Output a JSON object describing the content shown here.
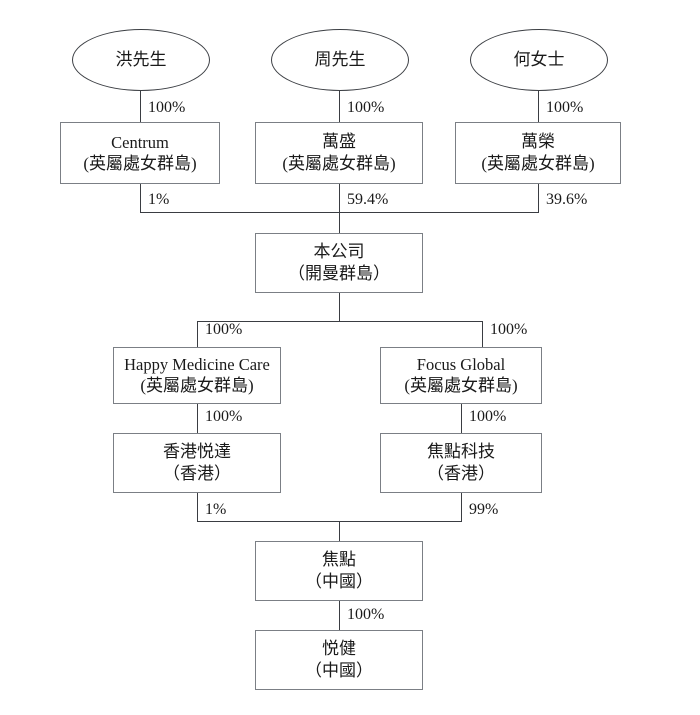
{
  "diagram": {
    "title": "Corporate shareholding structure chart",
    "type": "org-ownership-tree",
    "accent_color": "#3a3d42",
    "box_border_color": "#7b7f85",
    "background_color": "#ffffff"
  },
  "nodes": {
    "shareholder_hong": {
      "name": "洪先生",
      "jurisdiction": ""
    },
    "shareholder_zhou": {
      "name": "周先生",
      "jurisdiction": ""
    },
    "shareholder_he": {
      "name": "何女士",
      "jurisdiction": ""
    },
    "centrum": {
      "name": "Centrum",
      "jurisdiction": "(英屬處女群島)"
    },
    "wansheng": {
      "name": "萬盛",
      "jurisdiction": "(英屬處女群島)"
    },
    "wanrong": {
      "name": "萬榮",
      "jurisdiction": "(英屬處女群島)"
    },
    "company": {
      "name": "本公司",
      "jurisdiction": "（開曼群島）"
    },
    "happy_medicine": {
      "name": "Happy Medicine Care",
      "jurisdiction": "(英屬處女群島)"
    },
    "focus_global": {
      "name": "Focus Global",
      "jurisdiction": "(英屬處女群島)"
    },
    "hk_yueda": {
      "name": "香港悦達",
      "jurisdiction": "（香港）"
    },
    "focus_tech": {
      "name": "焦點科技",
      "jurisdiction": "（香港）"
    },
    "focus_cn": {
      "name": "焦點",
      "jurisdiction": "（中國）"
    },
    "yuejian": {
      "name": "悦健",
      "jurisdiction": "（中國）"
    }
  },
  "edges": [
    {
      "id": "hong-centrum",
      "from": "shareholder_hong",
      "to": "centrum",
      "label": "100%"
    },
    {
      "id": "zhou-wansheng",
      "from": "shareholder_zhou",
      "to": "wansheng",
      "label": "100%"
    },
    {
      "id": "he-wanrong",
      "from": "shareholder_he",
      "to": "wanrong",
      "label": "100%"
    },
    {
      "id": "centrum-company",
      "from": "centrum",
      "to": "company",
      "label": "1%"
    },
    {
      "id": "wansheng-company",
      "from": "wansheng",
      "to": "company",
      "label": "59.4%"
    },
    {
      "id": "wanrong-company",
      "from": "wanrong",
      "to": "company",
      "label": "39.6%"
    },
    {
      "id": "company-happy",
      "from": "company",
      "to": "happy_medicine",
      "label": "100%"
    },
    {
      "id": "company-focus-global",
      "from": "company",
      "to": "focus_global",
      "label": "100%"
    },
    {
      "id": "happy-hkyueda",
      "from": "happy_medicine",
      "to": "hk_yueda",
      "label": "100%"
    },
    {
      "id": "focusglobal-focustech",
      "from": "focus_global",
      "to": "focus_tech",
      "label": "100%"
    },
    {
      "id": "hkyueda-focuscn",
      "from": "hk_yueda",
      "to": "focus_cn",
      "label": "1%"
    },
    {
      "id": "focustech-focuscn",
      "from": "focus_tech",
      "to": "focus_cn",
      "label": "99%"
    },
    {
      "id": "focuscn-yuejian",
      "from": "focus_cn",
      "to": "yuejian",
      "label": "100%"
    }
  ],
  "labels": {
    "pct_hong": "100%",
    "pct_zhou": "100%",
    "pct_he": "100%",
    "pct_centrum": "1%",
    "pct_wansheng": "59.4%",
    "pct_wanrong": "39.6%",
    "pct_company_left": "100%",
    "pct_company_right": "100%",
    "pct_happy": "100%",
    "pct_focusglobal": "100%",
    "pct_hkyueda": "1%",
    "pct_focustech": "99%",
    "pct_focuscn": "100%"
  }
}
